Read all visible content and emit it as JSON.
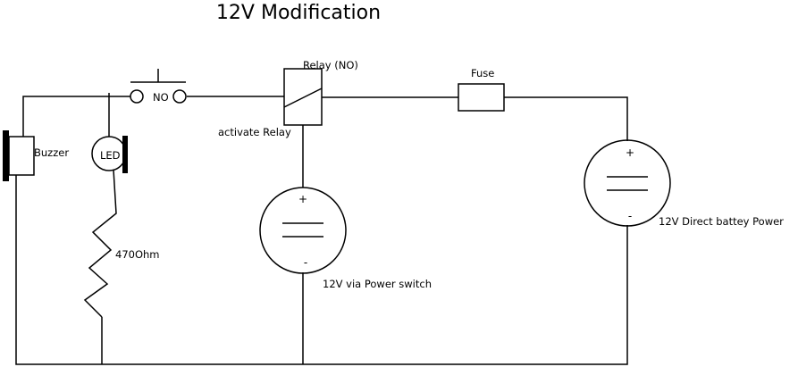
{
  "title": "12V Modification",
  "labels": {
    "relay": "Relay (NO)",
    "fuse": "Fuse",
    "switch_no": "NO",
    "activate_relay": "activate Relay",
    "buzzer": "Buzzer",
    "led": "LED",
    "resistor": "470Ohm",
    "source_switch": "12V via Power switch",
    "source_direct": "12V Direct battey Power",
    "plus_switch": "+",
    "minus_switch": "-",
    "plus_direct": "+",
    "minus_direct": "-"
  }
}
